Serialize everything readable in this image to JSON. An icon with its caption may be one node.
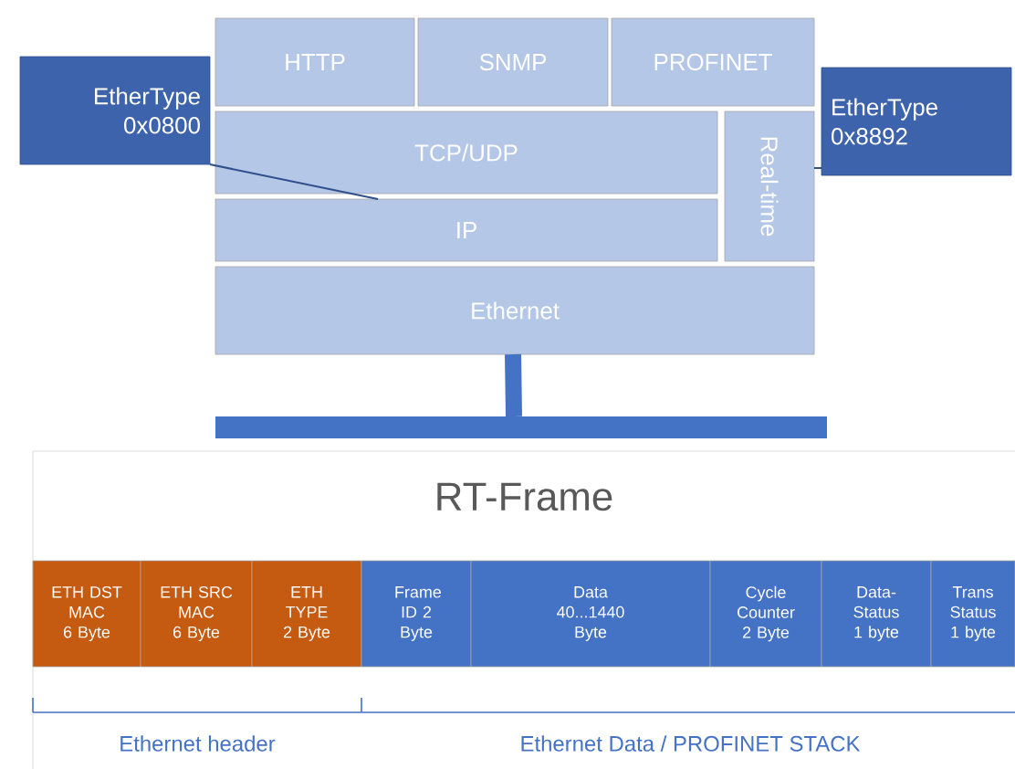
{
  "diagram": {
    "nodes": [
      {
        "text": [
          "HTTP"
        ]
      },
      {
        "text": [
          "SNMP"
        ]
      },
      {
        "text": [
          "PROFINET"
        ]
      },
      {
        "text": [
          "TCP/UDP"
        ]
      },
      {
        "text": [
          "IP"
        ]
      },
      {
        "text": [
          "Real-time"
        ]
      },
      {
        "text": [
          "Ethernet"
        ]
      },
      {
        "text": [
          "EtherType 0x0800"
        ]
      },
      {
        "text": [
          "EtherType 0x8892"
        ]
      },
      {
        "text": [],
        "shape": "bar"
      },
      {
        "text": [
          "RT-Frame"
        ]
      },
      {
        "text": [
          "ETH DST MAC 6 Byte"
        ],
        "in": 10
      },
      {
        "text": [
          "ETH SRC MAC 6 Byte"
        ],
        "in": 10
      },
      {
        "text": [
          "ETH TYPE 2 Byte"
        ],
        "in": 10
      },
      {
        "text": [
          "Frame ID 2 Byte"
        ],
        "in": 10
      },
      {
        "text": [
          "Data 40...1440 Byte"
        ],
        "in": 10
      },
      {
        "text": [
          "Cycle Counter 2 Byte"
        ],
        "in": 10
      },
      {
        "text": [
          "Data- Status 1 byte"
        ],
        "in": 10
      },
      {
        "text": [
          "Trans Status 1 byte"
        ],
        "in": 10
      }
    ],
    "edges": [
      {
        "from": 7,
        "to": 4,
        "arrow": "none"
      },
      {
        "from": 8,
        "to": 5,
        "arrow": "none"
      },
      {
        "from": 6,
        "to": 9,
        "arrow": "none",
        "style": "thick"
      }
    ],
    "labels": [
      "Ethernet header",
      "Ethernet Data / PROFINET STACK"
    ]
  }
}
